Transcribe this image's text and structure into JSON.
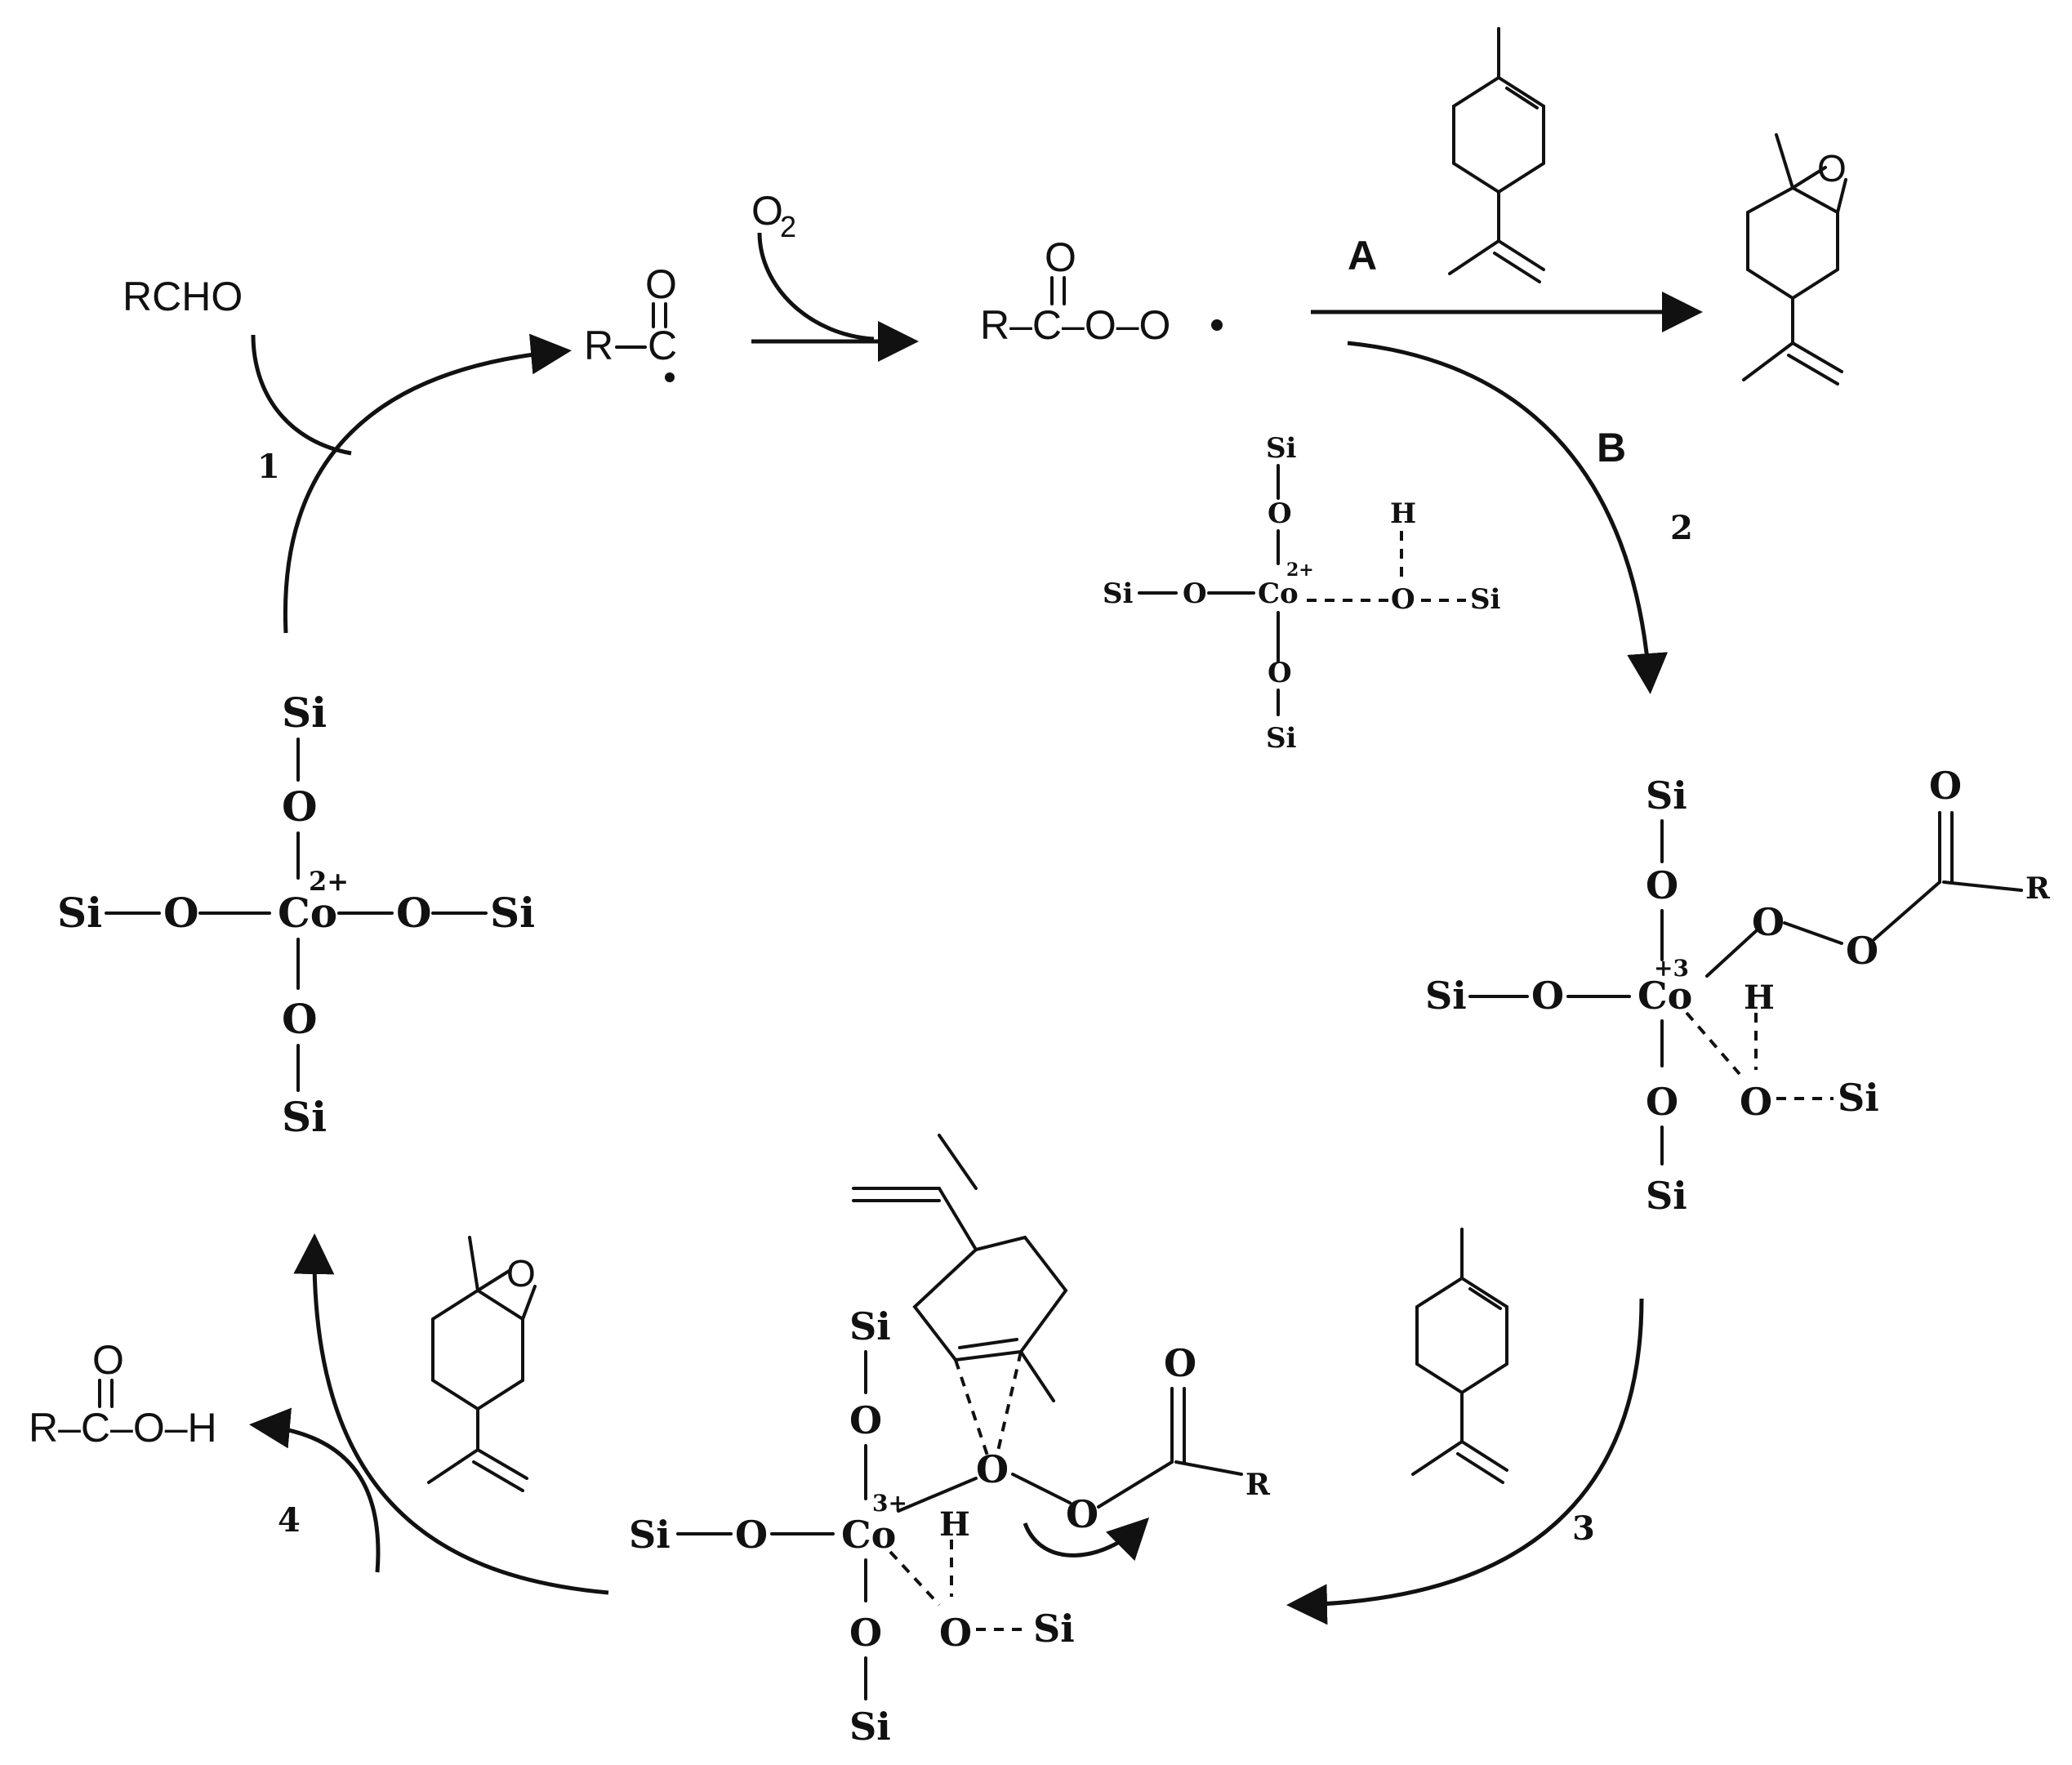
{
  "reactant": "RCHO",
  "oxygen": {
    "symbol": "O",
    "subscript": "2"
  },
  "acyl_radical": {
    "R": "R",
    "C": "C",
    "O": "O"
  },
  "acylperoxy_radical": {
    "formula": "R–C–O–O",
    "O": "O"
  },
  "path_labels": {
    "A": "A",
    "B": "B"
  },
  "step_labels": [
    "1",
    "2",
    "3",
    "4"
  ],
  "acid": {
    "formula": "R–C–O–H",
    "O": "O"
  },
  "atoms": {
    "Si": "Si",
    "O": "O",
    "Co": "Co",
    "H": "H",
    "R": "R"
  },
  "charges": {
    "co2": "2+",
    "co3_top": "+3",
    "co3_bottom": "3+"
  }
}
